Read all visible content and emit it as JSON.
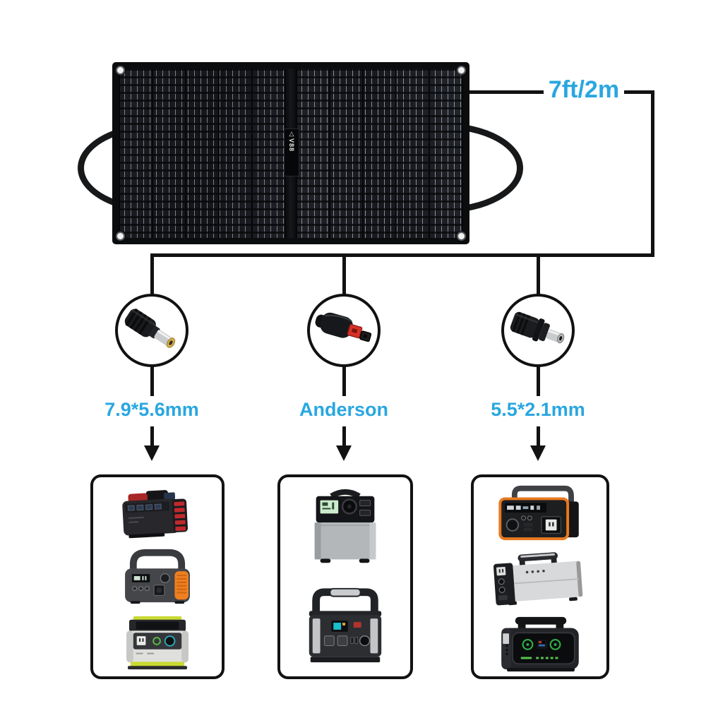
{
  "title": "Foldable solar panel connector compatibility diagram",
  "colors": {
    "accent_blue": "#29a7e0",
    "line": "#121212",
    "background": "#ffffff"
  },
  "cable": {
    "length_label": "7ft/2m"
  },
  "panel": {
    "name": "foldable-solar-panel",
    "logo_mark": "△",
    "logo_text": "V88"
  },
  "connectors": [
    {
      "label": "7.9*5.6mm",
      "icon": "dc-7.9x5.6mm-connector-icon"
    },
    {
      "label": "Anderson",
      "icon": "anderson-connector-icon"
    },
    {
      "label": "5.5*2.1mm",
      "icon": "dc-5.5x2.1mm-connector-icon"
    }
  ],
  "device_groups": [
    {
      "connector_label": "7.9*5.6mm",
      "devices": [
        "black-red-power-station",
        "gray-orange-power-station",
        "silver-lime-power-station"
      ]
    },
    {
      "connector_label": "Anderson",
      "devices": [
        "silver-cube-power-station",
        "dark-gray-handle-power-station"
      ]
    },
    {
      "connector_label": "5.5*2.1mm",
      "devices": [
        "orange-black-power-station",
        "aluminum-power-station",
        "rugged-black-power-station"
      ]
    }
  ]
}
